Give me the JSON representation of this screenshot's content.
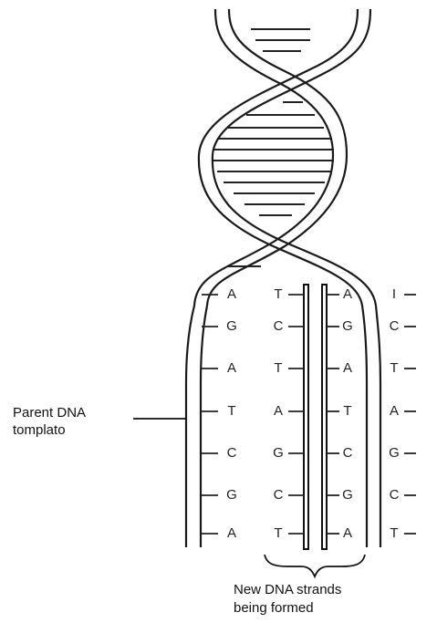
{
  "labels": {
    "parent_template_line1": "Parent DNA",
    "parent_template_line2": "tomplato",
    "new_strands_line1": "New DNA strands",
    "new_strands_line2": "being formed"
  },
  "parent_left_bases": [
    "A",
    "G",
    "A",
    "T",
    "C",
    "G",
    "A"
  ],
  "new_left_bases": [
    "T",
    "C",
    "T",
    "A",
    "G",
    "C",
    "T"
  ],
  "new_right_bases": [
    "A",
    "G",
    "A",
    "T",
    "C",
    "G",
    "A"
  ],
  "parent_right_bases": [
    "I",
    "C",
    "T",
    "A",
    "G",
    "C",
    "T"
  ]
}
